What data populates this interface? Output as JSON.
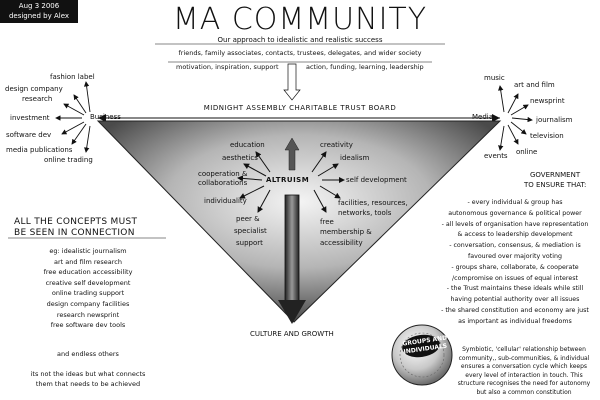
{
  "header": {
    "date": "Aug 3 2006",
    "designer": "designed by Alex",
    "title": "MA COMMUNITY",
    "subtitle": "Our approach to idealistic and realistic success"
  },
  "top_lines": {
    "line1": "friends, family associates, contacts, trustees, delegates, and wider society",
    "line2_left": "motivation, inspiration, support",
    "line2_right": "action, funding, learning, leadership"
  },
  "board": "MIDNIGHT ASSEMBLY CHARITABLE TRUST BOARD",
  "business": {
    "label": "Business",
    "items": [
      "fashion label",
      "design company",
      "research",
      "investment",
      "software dev",
      "media publications",
      "online trading"
    ]
  },
  "media": {
    "label": "Media",
    "items": [
      "music",
      "art and film",
      "newsprint",
      "journalism",
      "television",
      "online",
      "events"
    ]
  },
  "altruism": {
    "center": "ALTRUISM",
    "items": [
      "education",
      "aesthetics",
      "cooperation &",
      "collaborations",
      "individuality",
      "peer &",
      "specialist",
      "support",
      "creativity",
      "idealism",
      "self development",
      "facilities, resources,",
      "networks, tools",
      "free",
      "membership &",
      "accessibility"
    ]
  },
  "culture": "CULTURE AND GROWTH",
  "concepts": {
    "heading1": "ALL THE CONCEPTS MUST",
    "heading2": "BE SEEN IN CONNECTION",
    "items": [
      "eg: idealistic journalism",
      "art and film research",
      "free education accessibility",
      "creative self development",
      "online trading support",
      "design company facilities",
      "research newsprint",
      "free software dev tools"
    ],
    "endless": "and endless others",
    "footer1": "its not the ideas but what connects",
    "footer2": "them that needs to be achieved"
  },
  "government": {
    "heading1": "GOVERNMENT",
    "heading2": "TO ENSURE THAT:",
    "lines": [
      "- every individual & group has",
      "autonomous governance & political power",
      "- all levels of organisation have representation",
      "& access to leadership development",
      "- conversation, consensus, & mediation is",
      "favoured over majority voting",
      "- groups share, collaborate, & cooperate",
      "/compromise on issues of equal interest",
      "- the Trust maintains these ideals while still",
      "having potential authority over all issues",
      "- the shared constitution and economy are just",
      "as important as individual freedoms"
    ]
  },
  "symbiosis": {
    "badge1": "GROUPS AND",
    "badge2": "INDIVIDUALS",
    "lines": [
      "Symbiotic, 'cellular' relationship between",
      "community,, sub-communities, & individual",
      "ensures a conversation cycle which keeps",
      "every level of interaction in touch. This",
      "structure recognises the need for autonomy",
      "but also a common constitution"
    ]
  }
}
